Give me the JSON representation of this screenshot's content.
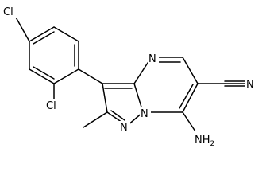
{
  "molecule": {
    "atoms": {
      "cl_top": "Cl",
      "cl_ortho": "Cl",
      "n_pyrimidine": "N",
      "n_nitrile": "N",
      "n_bridge": "N",
      "n_pyrazole": "N",
      "amine": "NH2"
    },
    "amine_parts": {
      "main": "NH",
      "subscript": "2"
    }
  }
}
